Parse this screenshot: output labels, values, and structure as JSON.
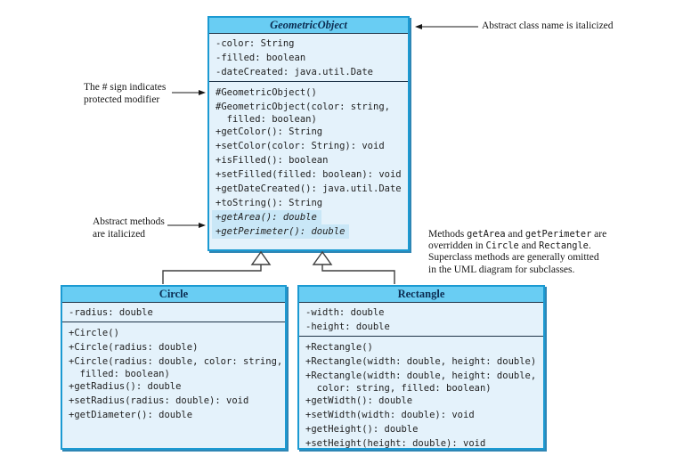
{
  "annotations": {
    "abstract_class_note": "Abstract class name is italicized",
    "protected_note": {
      "line1": "The # sign indicates",
      "line2": "protected modifier"
    },
    "abstract_methods_note": {
      "line1": "Abstract methods",
      "line2": "are italicized"
    },
    "override_note": {
      "l1_t1": "Methods ",
      "l1_c1": "getArea",
      "l1_t2": " and ",
      "l1_c2": "getPerimeter",
      "l1_t3": " are",
      "l2_t1": "overridden in ",
      "l2_c1": "Circle",
      "l2_t2": " and ",
      "l2_c2": "Rectangle",
      "l2_t3": ".",
      "l3": "Superclass methods are generally omitted",
      "l4": "in the UML diagram for subclasses."
    }
  },
  "classes": {
    "geometric": {
      "title": "GeometricObject",
      "attributes": [
        "-color: String",
        "-filled: boolean",
        "-dateCreated: java.util.Date"
      ],
      "methods": [
        "#GeometricObject()",
        "#GeometricObject(color: string,",
        "  filled: boolean)",
        "+getColor(): String",
        "+setColor(color: String): void",
        "+isFilled(): boolean",
        "+setFilled(filled: boolean): void",
        "+getDateCreated(): java.util.Date",
        "+toString(): String",
        "+getArea(): double",
        "+getPerimeter(): double"
      ]
    },
    "circle": {
      "title": "Circle",
      "attributes": [
        "-radius: double"
      ],
      "methods": [
        "+Circle()",
        "+Circle(radius: double)",
        "+Circle(radius: double, color: string,",
        "  filled: boolean)",
        "+getRadius(): double",
        "+setRadius(radius: double): void",
        "+getDiameter(): double"
      ]
    },
    "rectangle": {
      "title": "Rectangle",
      "attributes": [
        "-width: double",
        "-height: double"
      ],
      "methods": [
        "+Rectangle()",
        "+Rectangle(width: double, height: double)",
        "+Rectangle(width: double, height: double,",
        "  color: string, filled: boolean)",
        "+getWidth(): double",
        "+setWidth(width: double): void",
        "+getHeight(): double",
        "+setHeight(height: double): void"
      ]
    }
  },
  "colors": {
    "header_fill": "#69cdf3",
    "body_fill": "#e4f2fb",
    "highlight_fill": "#c9e7f7",
    "border": "#1b9ad2",
    "shadow": "#2e86b5"
  }
}
